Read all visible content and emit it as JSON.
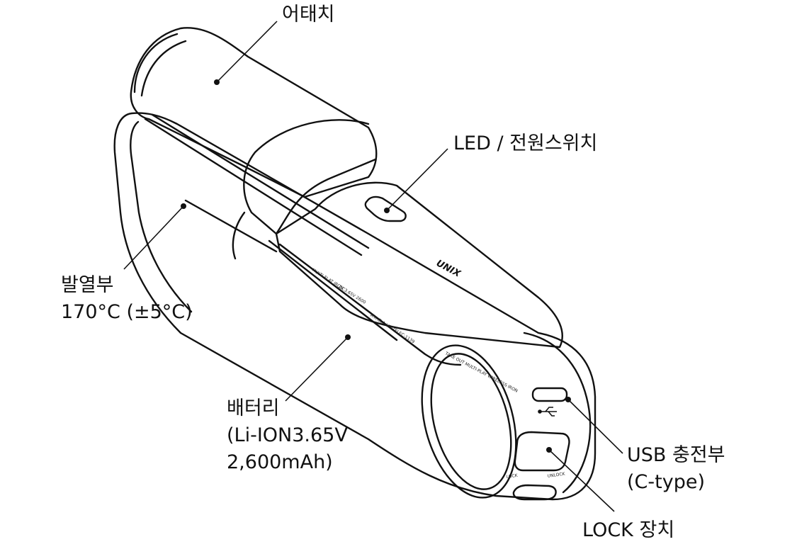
{
  "colors": {
    "ink": "#111111",
    "background": "#ffffff"
  },
  "callouts": {
    "attachment": {
      "lines": [
        "어태치"
      ]
    },
    "led_power": {
      "lines": [
        "LED / 전원스위치"
      ]
    },
    "heater": {
      "lines": [
        "발열부",
        "170°C (±5°C)"
      ]
    },
    "battery": {
      "lines": [
        "배터리",
        "(Li-ION3.65V",
        "2,600mAh)"
      ]
    },
    "usb": {
      "lines": [
        "USB 충전부",
        "(C-type)"
      ]
    },
    "lock": {
      "lines": [
        "LOCK 장치"
      ]
    }
  },
  "device_markings": {
    "lock_small": "LOCK",
    "unlock_small": "UNLOCK",
    "ring_text": "TAKE OUT MULTI-PLAY WIRELESS IRON",
    "side_text_1": "MULTI-FLAT IRON",
    "side_text_2": "DC3.65V 2600",
    "side_text_3": "R-R-CLA-UNITELEC-1139",
    "brand": "UNIX"
  }
}
